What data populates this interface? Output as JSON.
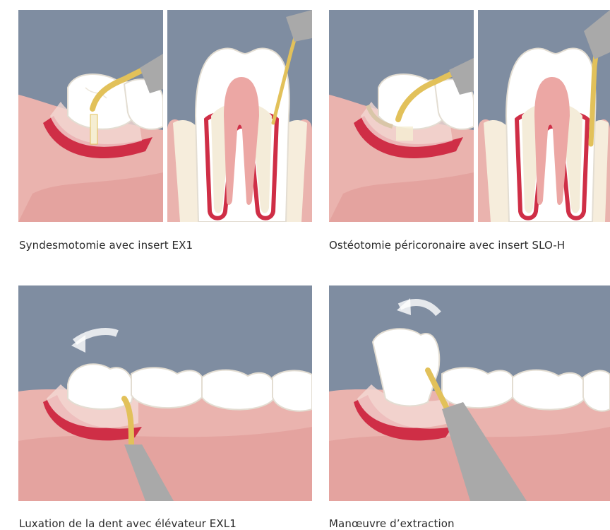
{
  "figures": [
    {
      "caption": "Syndesmotomie avec insert EX1"
    },
    {
      "caption": "Ostéotomie péricoronaire avec insert SLO-H"
    },
    {
      "caption": "Luxation de la dent avec élévateur EXL1"
    },
    {
      "caption": "Manœuvre d’extraction"
    }
  ],
  "colors": {
    "sky": "#7f8da1",
    "gum": "#eab3ae",
    "gum_dark": "#d98d89",
    "socket": "#cf2e46",
    "tooth": "#ffffff",
    "tooth_edge": "#e3ddd2",
    "dentin": "#f4ecd9",
    "pulp": "#eca7a4",
    "insert_gold": "#e2c15a",
    "handpiece": "#a9a9a9"
  }
}
